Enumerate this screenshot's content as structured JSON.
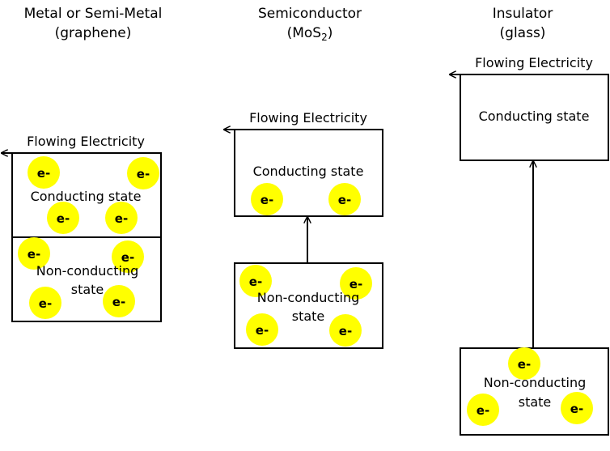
{
  "colors": {
    "electron": "#ffff00",
    "line": "#000000"
  },
  "electron_label": "e-",
  "columns": {
    "metal": {
      "title_line1": "Metal or Semi-Metal",
      "title_line2": "(graphene)",
      "flow_label": "Flowing Electricity",
      "conducting_label": "Conducting state",
      "nonconducting_line1": "Non-conducting",
      "nonconducting_line2": "state"
    },
    "semiconductor": {
      "title_line1": "Semiconductor",
      "title_prefix": "(MoS",
      "title_subscript": "2",
      "title_suffix": ")",
      "flow_label": "Flowing Electricity",
      "conducting_label": "Conducting state",
      "nonconducting_line1": "Non-conducting",
      "nonconducting_line2": "state"
    },
    "insulator": {
      "title_line1": "Insulator",
      "title_line2": "(glass)",
      "flow_label": "Flowing Electricity",
      "conducting_label": "Conducting state",
      "nonconducting_line1": "Non-conducting",
      "nonconducting_line2": "state"
    }
  }
}
